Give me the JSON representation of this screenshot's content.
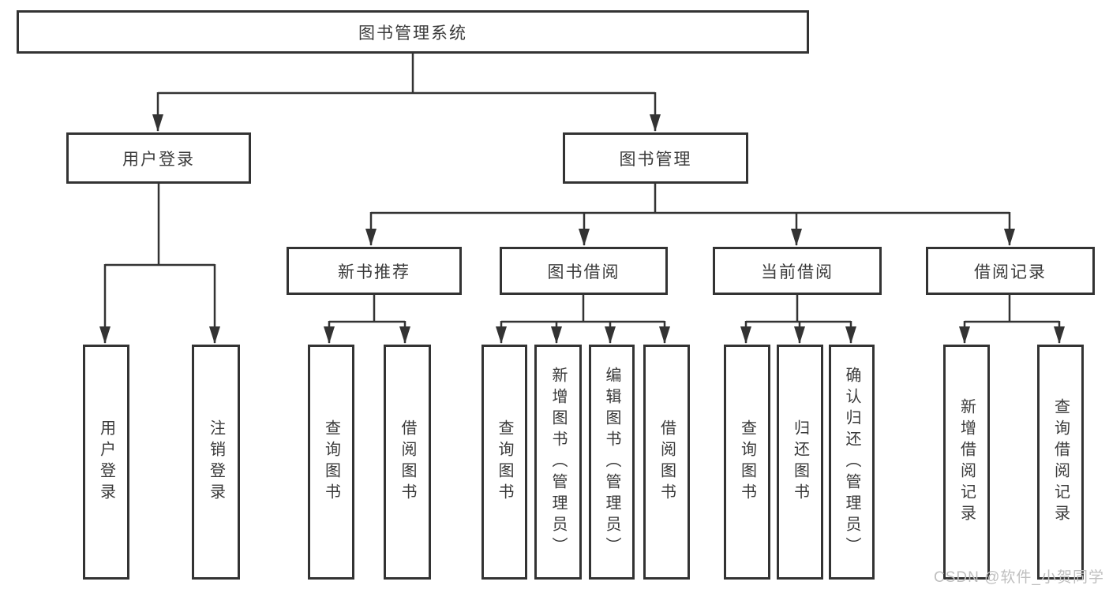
{
  "diagram": {
    "title": "图书管理系统",
    "level2": [
      "用户登录",
      "图书管理"
    ],
    "level3": [
      "新书推荐",
      "图书借阅",
      "当前借阅",
      "借阅记录"
    ],
    "leaves": {
      "login": [
        "用户登录",
        "注销登录"
      ],
      "recommend": [
        "查询图书",
        "借阅图书"
      ],
      "borrow": [
        "查询图书",
        "新增图书（管理员）",
        "编辑图书（管理员）",
        "借阅图书"
      ],
      "current": [
        "查询图书",
        "归还图书",
        "确认归还（管理员）"
      ],
      "records": [
        "新增借阅记录",
        "查询借阅记录"
      ]
    }
  },
  "watermark": "CSDN @软件_小贺同学",
  "colors": {
    "line": "#333333",
    "text": "#3a3a3a",
    "watermark": "#bfbfbf",
    "background": "#ffffff"
  }
}
